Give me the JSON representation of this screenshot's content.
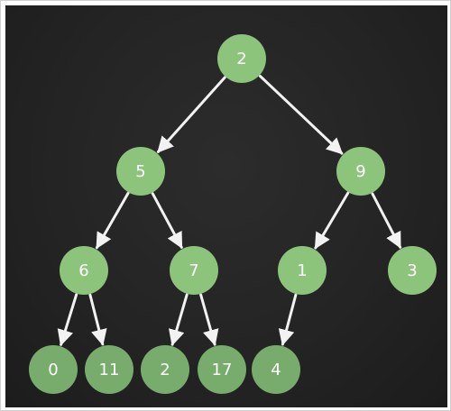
{
  "diagram": {
    "colors": {
      "background": "#262626",
      "node_fill": "#8cc47c",
      "node_fill_leaf": "#78ac6c",
      "edge": "#f2f2f2",
      "label": "#ffffff"
    },
    "nodes": [
      {
        "id": "n0",
        "label": "2"
      },
      {
        "id": "n1",
        "label": "5"
      },
      {
        "id": "n2",
        "label": "9"
      },
      {
        "id": "n3",
        "label": "6"
      },
      {
        "id": "n4",
        "label": "7"
      },
      {
        "id": "n5",
        "label": "1"
      },
      {
        "id": "n6",
        "label": "3"
      },
      {
        "id": "n7",
        "label": "0"
      },
      {
        "id": "n8",
        "label": "11"
      },
      {
        "id": "n9",
        "label": "2"
      },
      {
        "id": "n10",
        "label": "17"
      },
      {
        "id": "n11",
        "label": "4"
      }
    ],
    "edges": [
      {
        "from": "n0",
        "to": "n1"
      },
      {
        "from": "n0",
        "to": "n2"
      },
      {
        "from": "n1",
        "to": "n3"
      },
      {
        "from": "n1",
        "to": "n4"
      },
      {
        "from": "n2",
        "to": "n5"
      },
      {
        "from": "n2",
        "to": "n6"
      },
      {
        "from": "n3",
        "to": "n7"
      },
      {
        "from": "n3",
        "to": "n8"
      },
      {
        "from": "n4",
        "to": "n9"
      },
      {
        "from": "n4",
        "to": "n10"
      },
      {
        "from": "n5",
        "to": "n11"
      }
    ]
  }
}
